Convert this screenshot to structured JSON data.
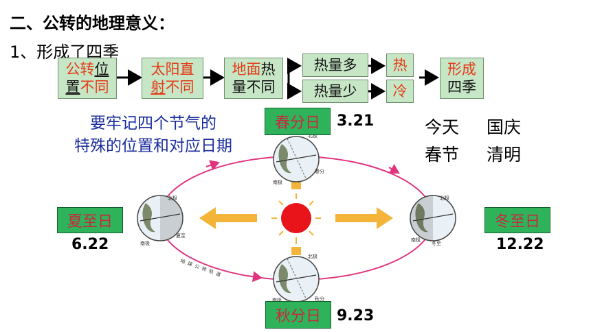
{
  "heading": {
    "title": "二、公转的地理意义：",
    "subtitle": "1、形成了四季"
  },
  "flow": {
    "box1": {
      "line1_red": "公转",
      "line1_black": "位",
      "line2_black": "置",
      "line2_red": "不同"
    },
    "box2": {
      "line1_red": "太阳直",
      "line2_red1": "射",
      "line2_red2": "不同"
    },
    "box3": {
      "line1_red": "地面",
      "line1_black": "热",
      "line2_black": "量不同"
    },
    "heat_more": "热量多",
    "heat_less": "热量少",
    "hot": "热",
    "cold": "冷",
    "result": {
      "line1": "形成",
      "line2": "四季"
    }
  },
  "note": {
    "line1": "要牢记四个节气的",
    "line2": "特殊的位置和对应日期"
  },
  "solar_terms": {
    "spring": {
      "label": "春分日",
      "date": "3.21"
    },
    "summer": {
      "label": "夏至日",
      "date": "6.22"
    },
    "autumn": {
      "label": "秋分日",
      "date": "9.23"
    },
    "winter": {
      "label": "冬至日",
      "date": "12.22"
    }
  },
  "holidays": {
    "today": "今天",
    "national_day": "国庆",
    "spring_festival": "春节",
    "qingming": "清明"
  },
  "globe_labels": {
    "north": "北极",
    "south": "南极",
    "spring": "春分",
    "summer": "夏至",
    "autumn": "秋分",
    "winter": "冬至",
    "orbit": "地球公转轨道"
  },
  "colors": {
    "box_fill": "#c6e6c6",
    "term_box": "#2fb35a",
    "term_text": "#c8283f",
    "note_text": "#1a2c9e",
    "orbit": "#e0347f",
    "sun_arrows": "#f4b43a",
    "sun": "#e8141a"
  }
}
